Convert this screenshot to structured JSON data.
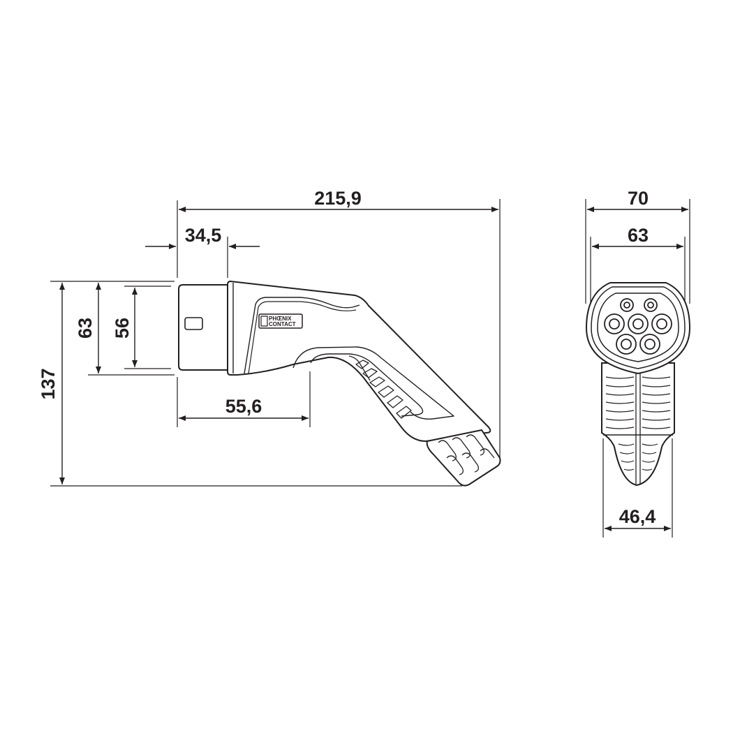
{
  "drawing": {
    "type": "dimensioned technical drawing",
    "subject": "EV charging connector (Type 2 plug)",
    "line_color": "#231f20",
    "background": "#ffffff",
    "brand_logo": {
      "line1": "PHŒNIX",
      "line2": "CONTACT"
    }
  },
  "side_view": {
    "dimensions": {
      "overall_length": "215,9",
      "front_sleeve_length": "34,5",
      "grip_offset": "55,6",
      "overall_height": "137",
      "head_height_outer": "63",
      "head_height_inner": "56"
    }
  },
  "front_view": {
    "dimensions": {
      "outer_width": "70",
      "inner_width": "63",
      "handle_width": "46,4"
    },
    "contacts": {
      "large": 5,
      "small": 2
    }
  }
}
